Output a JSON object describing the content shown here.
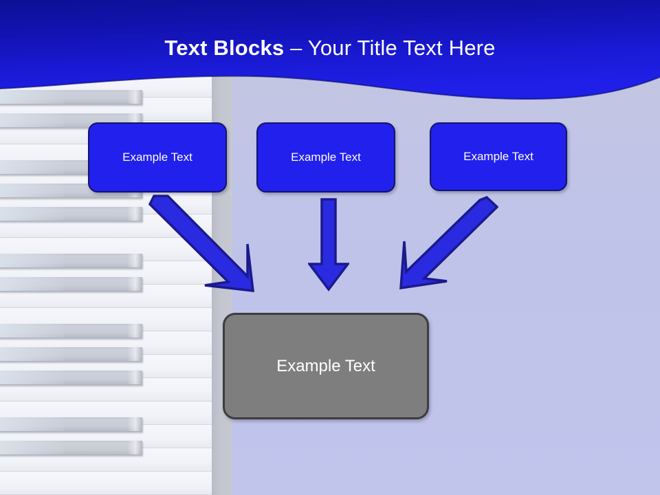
{
  "slide": {
    "title_strong": "Text Blocks",
    "title_separator": " – ",
    "title_light": "Your Title Text Here",
    "title_full": "Text Blocks – Your Title Text Here"
  },
  "colors": {
    "header_blue_top": "#0d1199",
    "header_blue_bottom": "#1c1ce6",
    "background_lavender": "#c0c4ea",
    "box_blue_fill": "#2220ec",
    "box_blue_border": "#14146b",
    "box_grey_fill": "#7e7e7e",
    "box_grey_border": "#3c3c42",
    "arrow_fill": "#2a2ae0",
    "arrow_border": "#1a1a8c",
    "text_white": "#ffffff",
    "piano_white_key": "#f2f3f8",
    "piano_black_key": "#c6cad6"
  },
  "nodes": [
    {
      "id": "box1",
      "label": "Example Text",
      "style": "blue"
    },
    {
      "id": "box2",
      "label": "Example Text",
      "style": "blue"
    },
    {
      "id": "box3",
      "label": "Example Text",
      "style": "blue"
    },
    {
      "id": "box4",
      "label": "Example Text",
      "style": "grey"
    }
  ],
  "arrows": [
    {
      "id": "arrow1",
      "direction": "down-right",
      "from": "box1",
      "to": "box4"
    },
    {
      "id": "arrow2",
      "direction": "down",
      "from": "box2",
      "to": "box4"
    },
    {
      "id": "arrow3",
      "direction": "down-left",
      "from": "box3",
      "to": "box4"
    }
  ],
  "decoration": {
    "name": "piano-keyboard-graphic",
    "white_key_count": 18,
    "octave_pattern": [
      2,
      3
    ]
  }
}
